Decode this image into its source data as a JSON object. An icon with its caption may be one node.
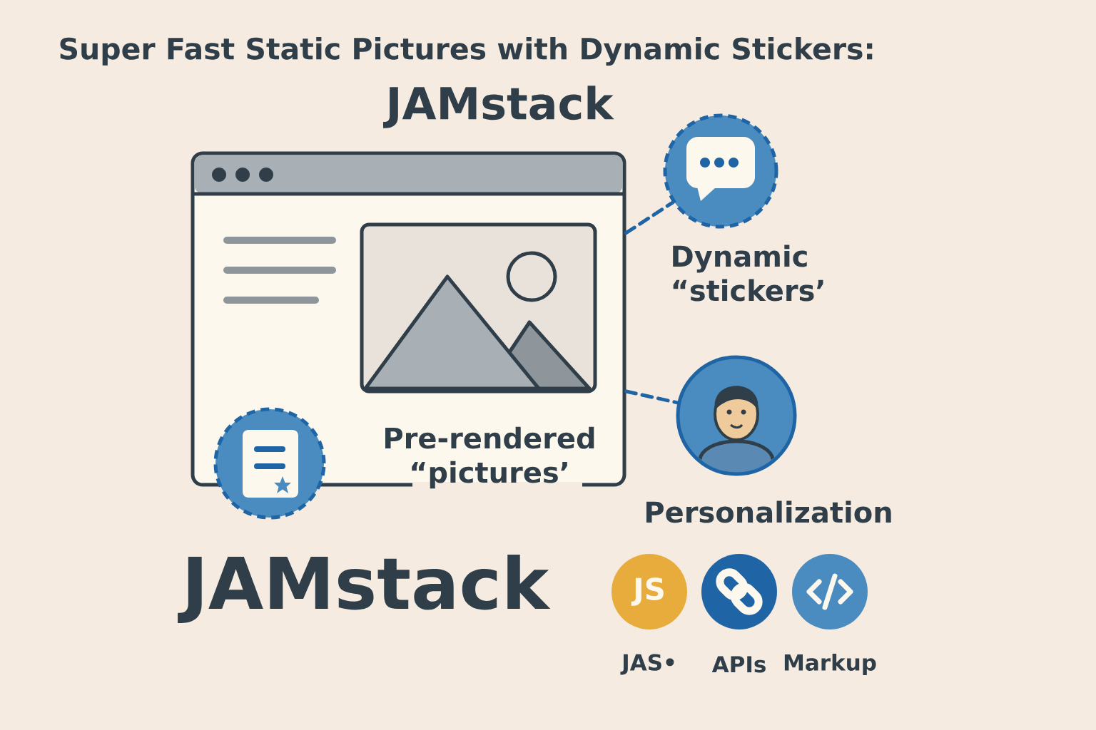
{
  "diagram": {
    "title": "Super Fast Static Pictures with Dynamic Stickers:",
    "nodes": [
      {
        "text": [
          "Pre-rendered “pictures’"
        ]
      },
      {
        "text": [
          "Dynamic “stickers’"
        ]
      },
      {
        "text": [
          "Personalization"
        ]
      },
      {
        "text": [],
        "shape": "circle"
      },
      {
        "text": [
          "JS",
          "JAS•"
        ]
      },
      {
        "text": [
          "APIs"
        ]
      },
      {
        "text": [
          "Markup"
        ]
      }
    ],
    "edges": [
      {
        "from": 0,
        "to": 1,
        "arrow": "none",
        "style": "dashed"
      },
      {
        "from": 0,
        "to": 2,
        "arrow": "none",
        "style": "dashed"
      }
    ],
    "labels": [
      "JAMstack",
      "JAMstack"
    ]
  }
}
